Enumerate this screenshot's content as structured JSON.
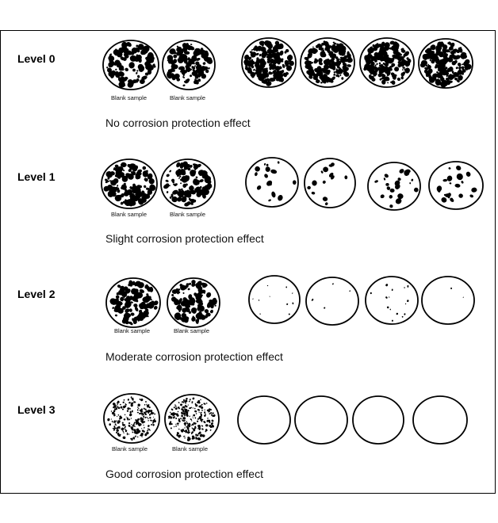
{
  "blank_label": "Blank sample",
  "levels": [
    {
      "label": "Level 0",
      "caption": "No corrosion protection effect",
      "blank_density": "heavy",
      "sample_spots": [
        0.95,
        0.95,
        0.95,
        0.95
      ]
    },
    {
      "label": "Level 1",
      "caption": "Slight corrosion protection effect",
      "blank_density": "heavy",
      "sample_spots": [
        0.22,
        0.18,
        0.28,
        0.3
      ]
    },
    {
      "label": "Level 2",
      "caption": "Moderate corrosion protection effect",
      "blank_density": "heavy",
      "sample_spots": [
        0.06,
        0.03,
        0.1,
        0.01
      ]
    },
    {
      "label": "Level 3",
      "caption": "Good corrosion protection effect",
      "blank_density": "fine",
      "sample_spots": [
        0,
        0,
        0,
        0
      ]
    }
  ],
  "colors": {
    "ink": "#000000",
    "background": "#ffffff"
  }
}
